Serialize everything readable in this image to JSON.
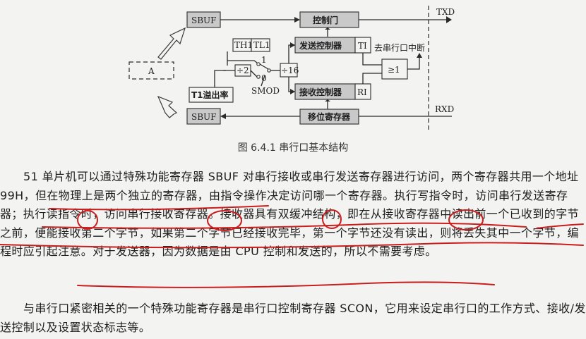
{
  "diagram": {
    "sbuf_top": "SBUF",
    "control_gate": "控制门",
    "txd": "TXD",
    "th1": "TH1",
    "tl1": "TL1",
    "send_controller": "发送控制器",
    "ti": "TI",
    "interrupt_label": "去串行口中断",
    "one": "1",
    "zero": "0",
    "div2": "÷2",
    "div16": "÷16",
    "gte1": "≥1",
    "smod": "SMOD",
    "accumulator": "A",
    "t1_overflow": "T1溢出率",
    "recv_controller": "接收控制器",
    "ri": "RI",
    "sbuf_bottom": "SBUF",
    "rxd": "RXD",
    "shift_register": "移位寄存器"
  },
  "caption": "图 6.4.1    串行口基本结构",
  "paragraph1": "51 单片机可以通过特殊功能寄存器 SBUF 对串行接收或串行发送寄存器进行访问，两个寄存器共用一个地址 99H，但在物理上是两个独立的寄存器，由指令操作决定访问哪一个寄存器。执行写指令时，访问串行发送寄存器；执行读指令时，访问串行接收寄存器。接收器具有双缓冲结构，即在从接收寄存器中读出前一个已收到的字节之前，便能接收第二个字节，如果第二个字节已经接收完毕，第一个字节还没有读出，则将丢失其中一个字节，编程时应引起注意。对于发送器，因为数据是由 CPU 控制和发送的，所以不需要考虑。",
  "paragraph2": "与串行口紧密相关的一个特殊功能寄存器是串行口控制寄存器 SCON，它用来设定串行口的工作方式、接收/发送控制以及设置状态标志等。"
}
